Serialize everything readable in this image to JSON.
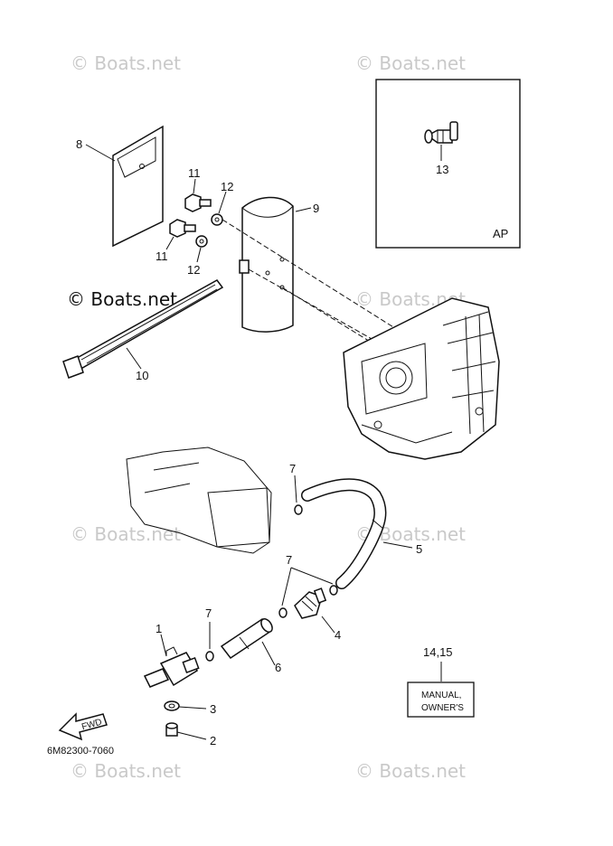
{
  "watermark": "© Boats.net",
  "diagram_code": "6M82300-7060",
  "inset_label": "AP",
  "fwd_label": "FWD",
  "manual_box": {
    "line1": "MANUAL,",
    "line2": "OWNER'S"
  },
  "callouts": {
    "c1": "1",
    "c2": "2",
    "c3": "3",
    "c4": "4",
    "c5": "5",
    "c6": "6",
    "c7a": "7",
    "c7b": "7",
    "c7c": "7",
    "c8": "8",
    "c9": "9",
    "c10": "10",
    "c11a": "11",
    "c11b": "11",
    "c12a": "12",
    "c12b": "12",
    "c13": "13",
    "c1415": "14,15"
  }
}
